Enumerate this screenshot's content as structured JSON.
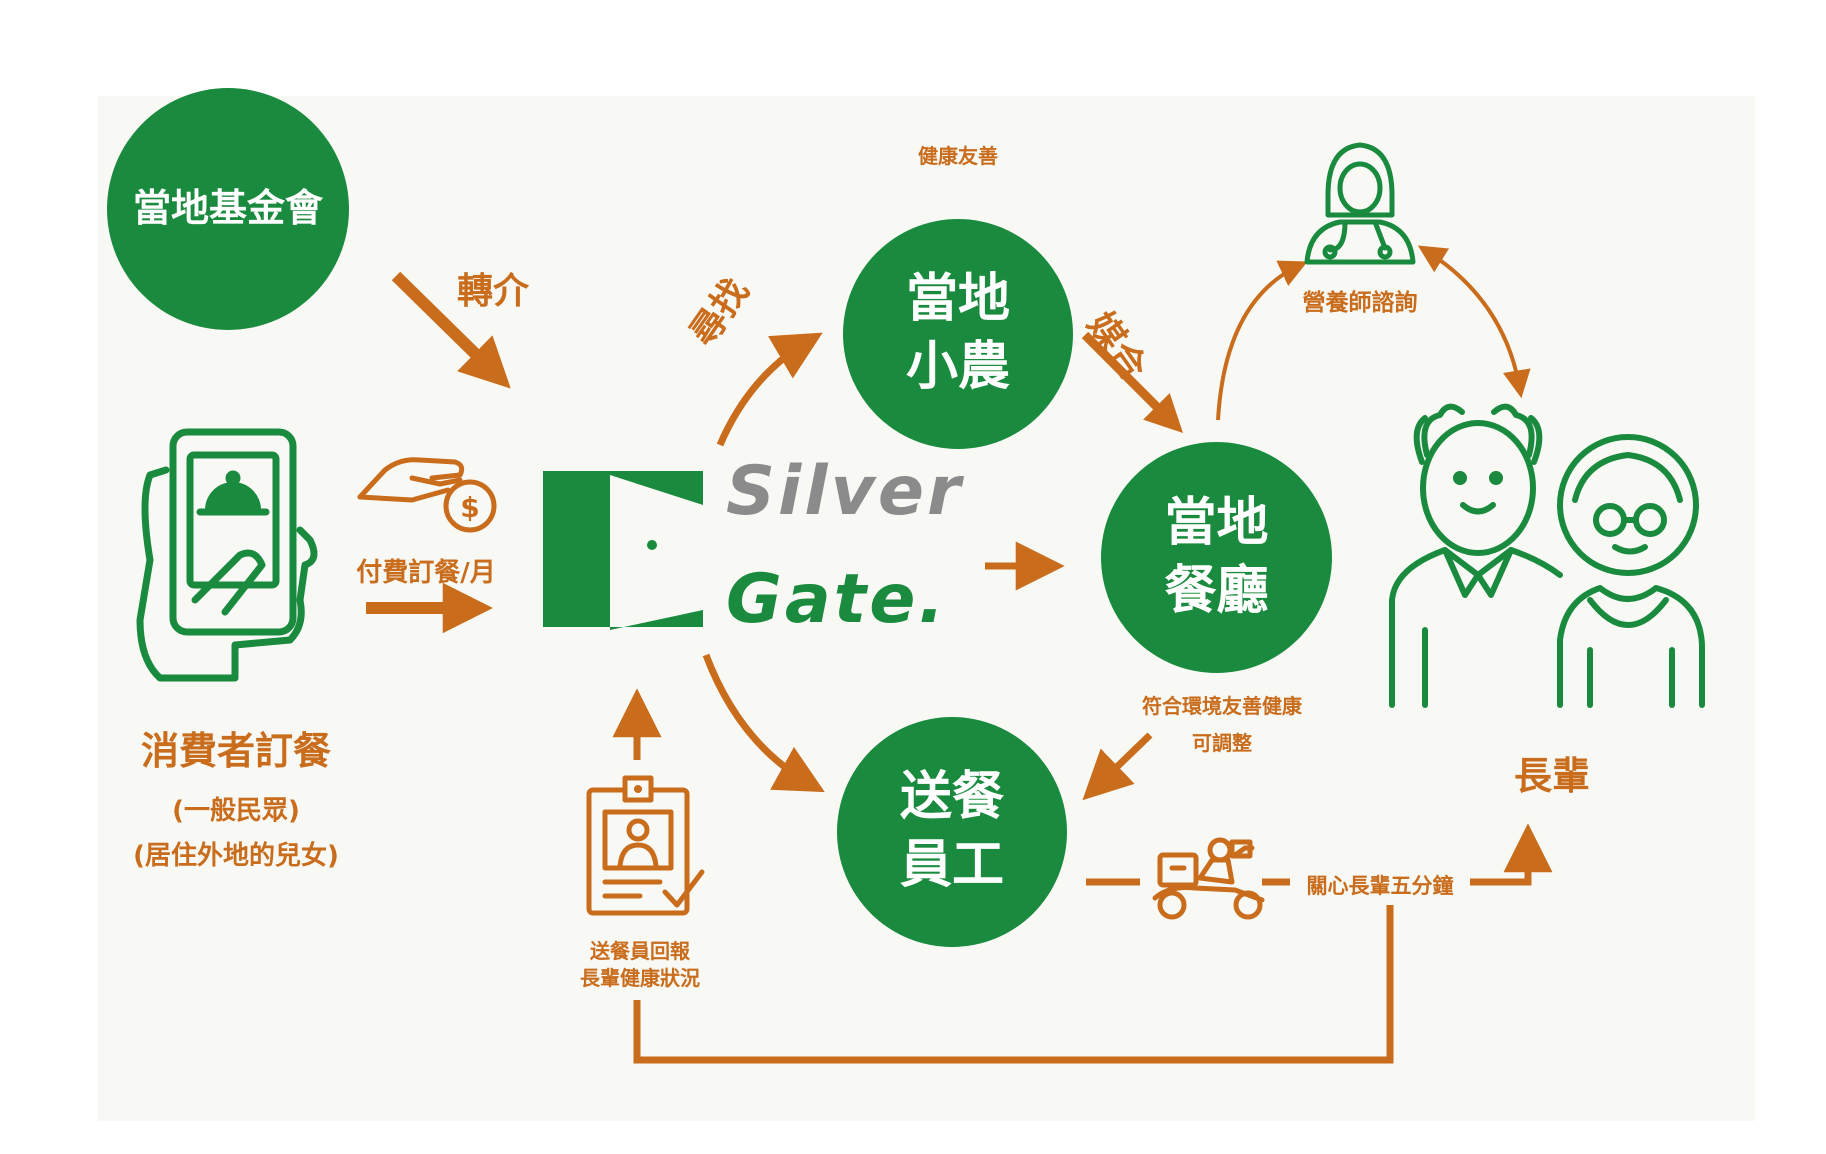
{
  "colors": {
    "green": "#1a8b3e",
    "orange": "#c96c1c",
    "gray": "#8b8b8b",
    "background": "#f8f9f5"
  },
  "nodes": {
    "foundation": "當地基金會",
    "farmers": "當地\n小農",
    "restaurants": "當地\n餐廳",
    "delivery_staff": "送餐\n員工"
  },
  "brand": {
    "line1": "Silver",
    "line2": "Gate."
  },
  "labels": {
    "referral": "轉介",
    "search": "尋找",
    "match": "媒合",
    "health_friendly": "健康友善",
    "pay_monthly": "付費訂餐/月",
    "nutritionist": "營養師諮詢",
    "env_friendly": "符合環境友善健康",
    "adjustable": "可調整",
    "care_five_minutes": "關心長輩五分鐘",
    "report_line1": "送餐員回報",
    "report_line2": "長輩健康狀況"
  },
  "consumer": {
    "title": "消費者訂餐",
    "sub1": "(一般民眾)",
    "sub2": "(居住外地的兒女)"
  },
  "elders": {
    "title": "長輩"
  },
  "icons": [
    "phone-order-icon",
    "pay-coin-icon",
    "nutritionist-icon",
    "elderly-couple-icon",
    "id-badge-report-icon",
    "delivery-scooter-icon",
    "silver-gate-door-icon"
  ]
}
